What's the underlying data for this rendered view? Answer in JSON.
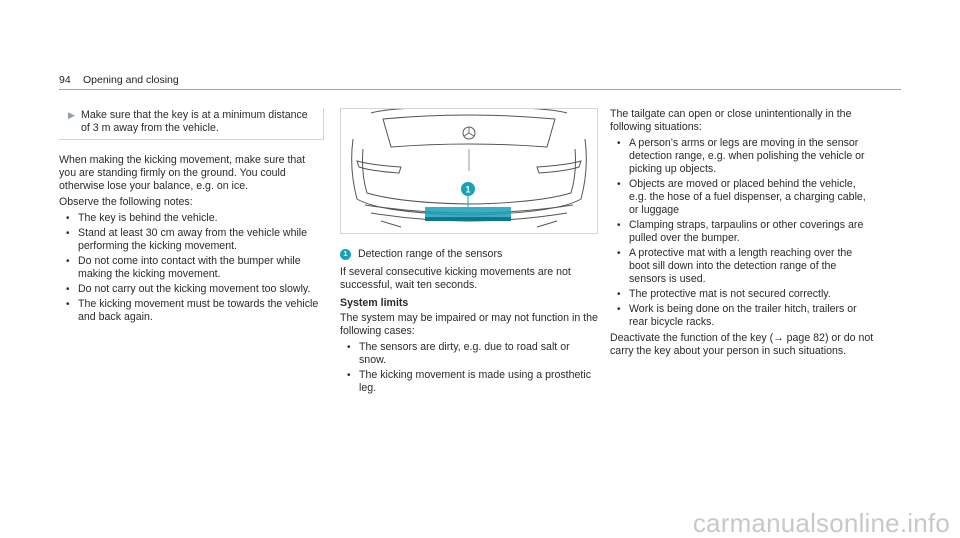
{
  "header": {
    "page_number": "94",
    "section_title": "Opening and closing"
  },
  "col1": {
    "notice": "Make sure that the key is at a minimum distance of 3 m away from the vehicle.",
    "para1": "When making the kicking movement, make sure that you are standing firmly on the ground. You could otherwise lose your balance, e.g. on ice.",
    "para2": "Observe the following notes:",
    "bullets": [
      "The key is behind the vehicle.",
      "Stand at least 30 cm away from the vehicle while performing the kicking movement.",
      "Do not come into contact with the bumper while making the kicking movement.",
      "Do not carry out the kicking movement too slowly.",
      "The kicking movement must be towards the vehicle and back again."
    ]
  },
  "col2": {
    "figure": {
      "callout_number": "1",
      "accent_color": "#1aa0b8"
    },
    "caption": "Detection range of the sensors",
    "para1": "If several consecutive kicking movements are not successful, wait ten seconds.",
    "heading": "System limits",
    "para2": "The system may be impaired or may not function in the following cases:",
    "bullets": [
      "The sensors are dirty, e.g. due to road salt or snow.",
      "The kicking movement is made using a prosthetic leg."
    ]
  },
  "col3": {
    "para1": "The tailgate can open or close unintentionally in the following situations:",
    "bullets": [
      "A person's arms or legs are moving in the sensor detection range, e.g. when polishing the vehicle or picking up objects.",
      "Objects are moved or placed behind the vehicle, e.g. the hose of a fuel dispenser, a charging cable, or luggage",
      "Clamping straps, tarpaulins or other coverings are pulled over the bumper.",
      "A protective mat with a length reaching over the boot sill down into the detection range of the sensors is used.",
      "The protective mat is not secured correctly.",
      "Work is being done on the trailer hitch, trailers or rear bicycle racks."
    ],
    "para2": "Deactivate the function of the key (→ page 82) or do not carry the key about your person in such situations."
  },
  "watermark": "carmanualsonline.info"
}
